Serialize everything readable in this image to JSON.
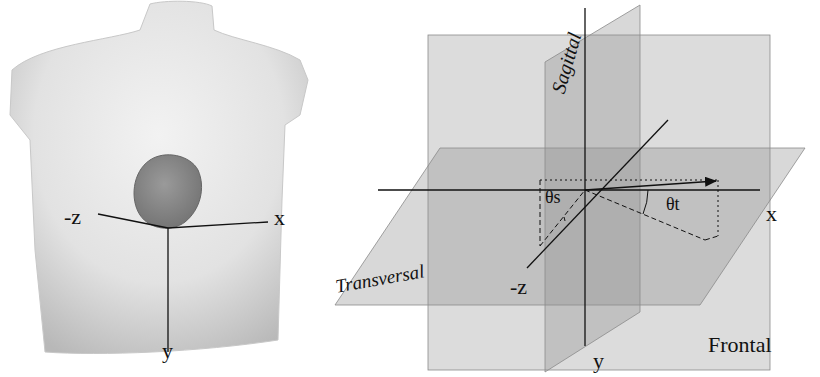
{
  "diagram": {
    "labels": [
      "-z",
      "x",
      "y",
      "Sagittal",
      "Transversal",
      "θs",
      "θt",
      "x",
      "-z",
      "y",
      "Frontal"
    ]
  }
}
